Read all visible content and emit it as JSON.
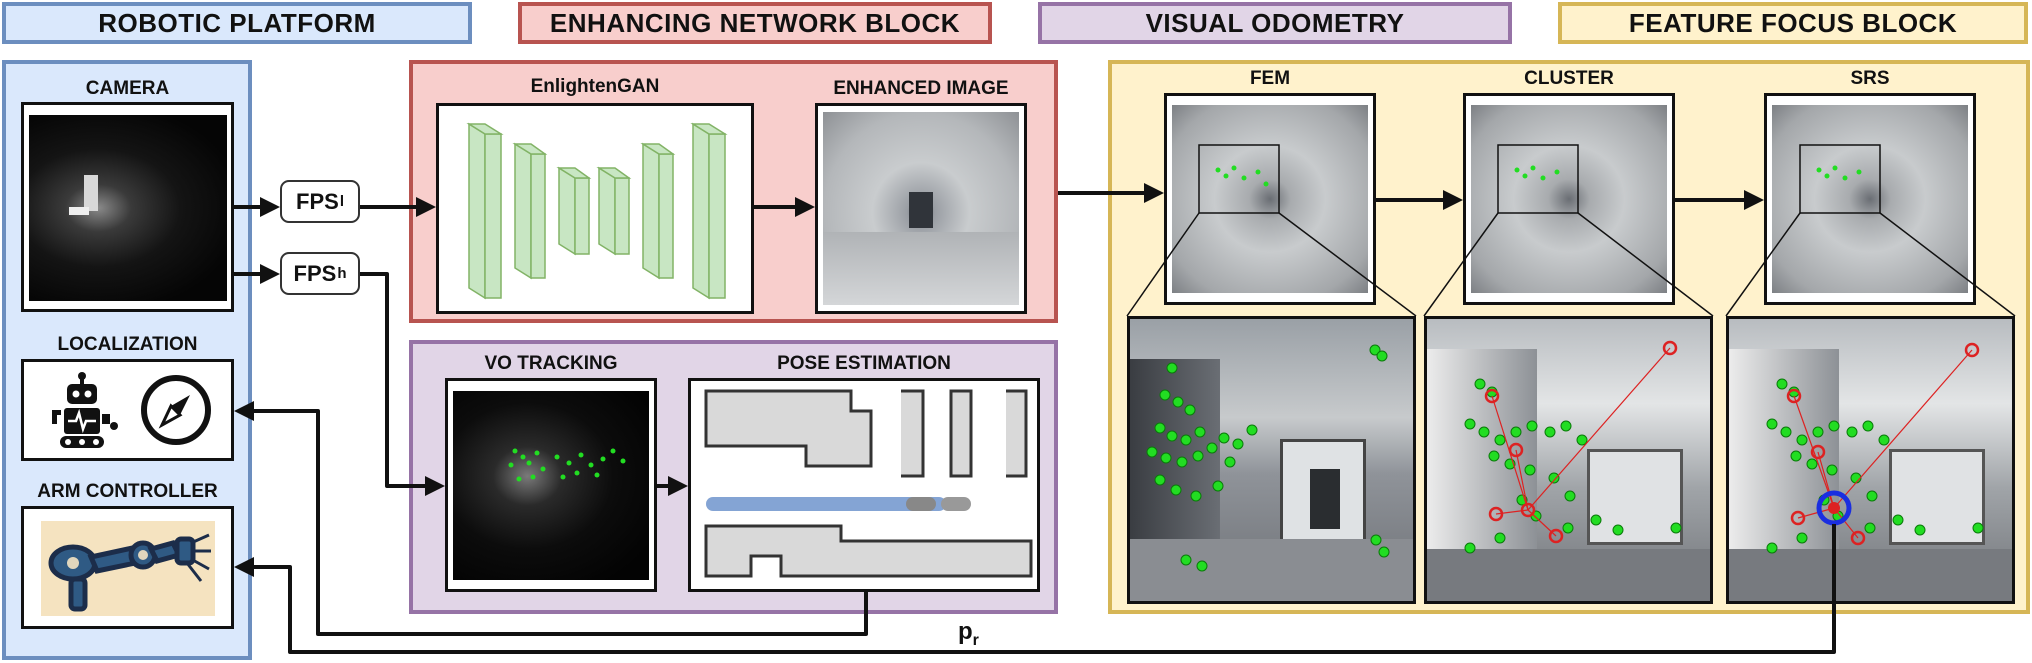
{
  "headers": {
    "robotic_platform": "ROBOTIC PLATFORM",
    "enhancing_network": "ENHANCING NETWORK BLOCK",
    "visual_odometry": "VISUAL ODOMETRY",
    "feature_focus": "FEATURE FOCUS BLOCK"
  },
  "robot": {
    "camera": "CAMERA",
    "localization": "LOCALIZATION",
    "arm_controller": "ARM CONTROLLER"
  },
  "fps": {
    "low_base": "FPS",
    "low_sub": "l",
    "high_base": "FPS",
    "high_sub": "h"
  },
  "enhance": {
    "network": "EnlightenGAN",
    "enhanced_image": "ENHANCED IMAGE"
  },
  "vo": {
    "tracking": "VO TRACKING",
    "pose": "POSE ESTIMATION"
  },
  "focus": {
    "fem": "FEM",
    "cluster": "CLUSTER",
    "srs": "SRS"
  },
  "output": {
    "base": "p",
    "sub": "r"
  },
  "colors": {
    "blue_border": "#6c8ebf",
    "blue_fill": "#dae8fc",
    "red_border": "#b85450",
    "red_fill": "#f8cecc",
    "purple_border": "#9673a6",
    "purple_fill": "#e1d5e7",
    "yellow_border": "#d6b656",
    "yellow_fill": "#fff2cc",
    "layer_fill": "#c8e6c3",
    "layer_border": "#82b366",
    "keypoint": "#22dd22",
    "cluster_mark": "#dd2222",
    "srs_mark": "#1a2ee0"
  }
}
